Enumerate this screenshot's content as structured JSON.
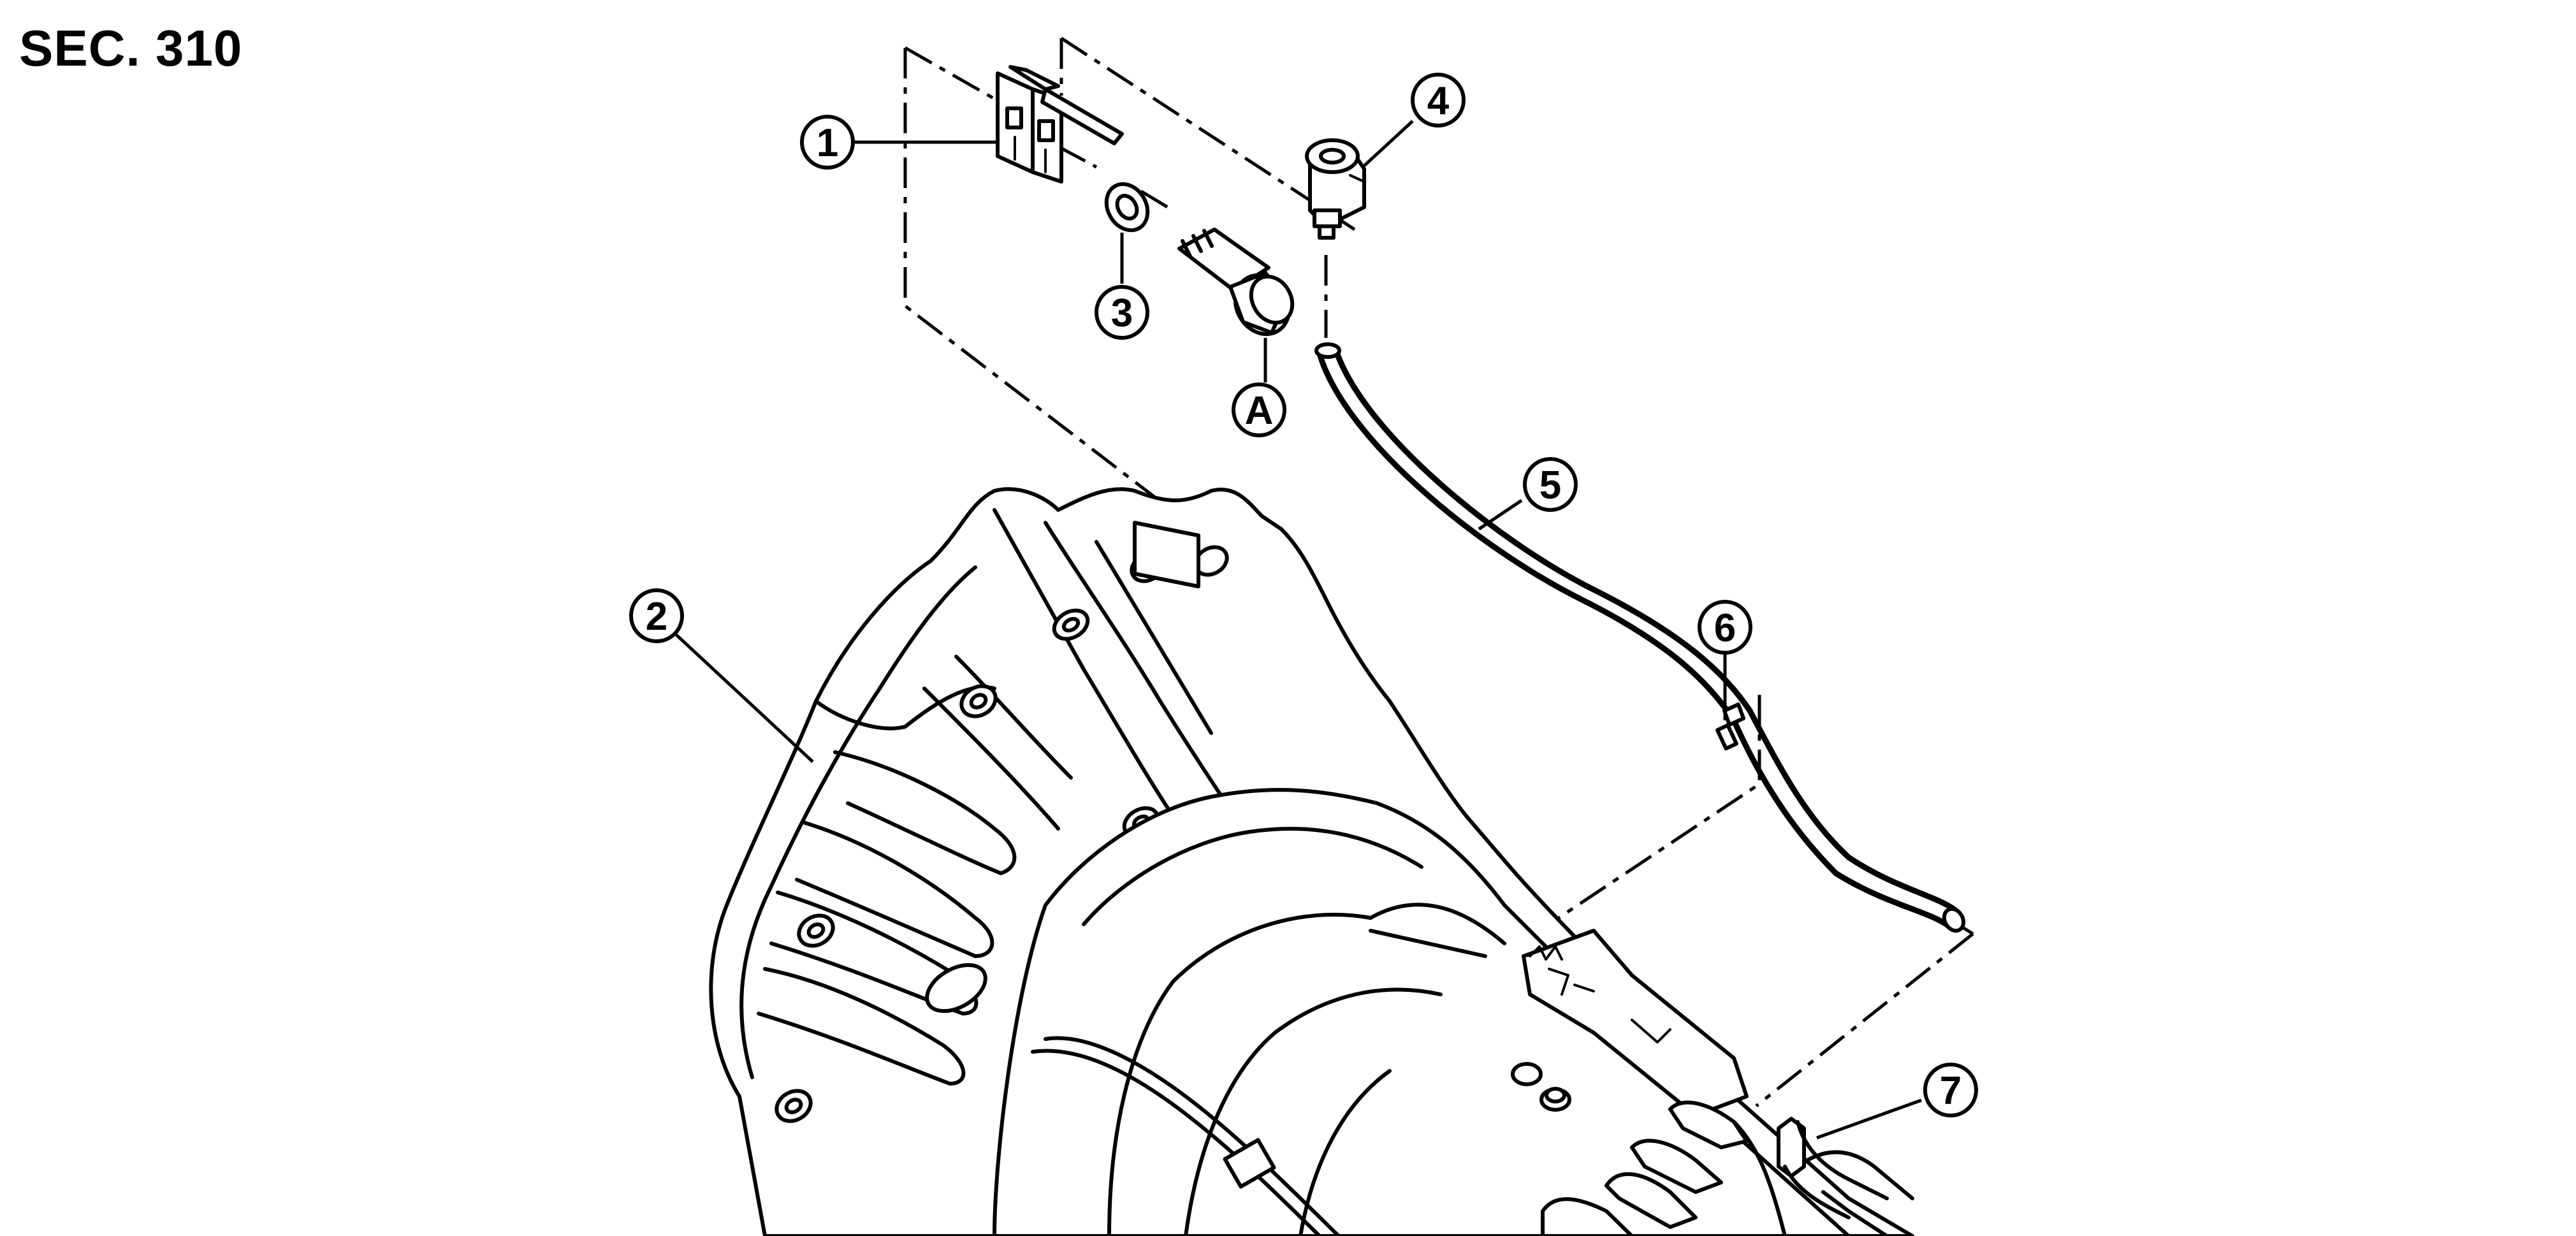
{
  "section_label": "SEC. 310",
  "callouts": [
    {
      "id": "1",
      "text": "1"
    },
    {
      "id": "2",
      "text": "2"
    },
    {
      "id": "3",
      "text": "3"
    },
    {
      "id": "4",
      "text": "4"
    },
    {
      "id": "5",
      "text": "5"
    },
    {
      "id": "6",
      "text": "6"
    },
    {
      "id": "7",
      "text": "7"
    },
    {
      "id": "A",
      "text": "A"
    }
  ]
}
